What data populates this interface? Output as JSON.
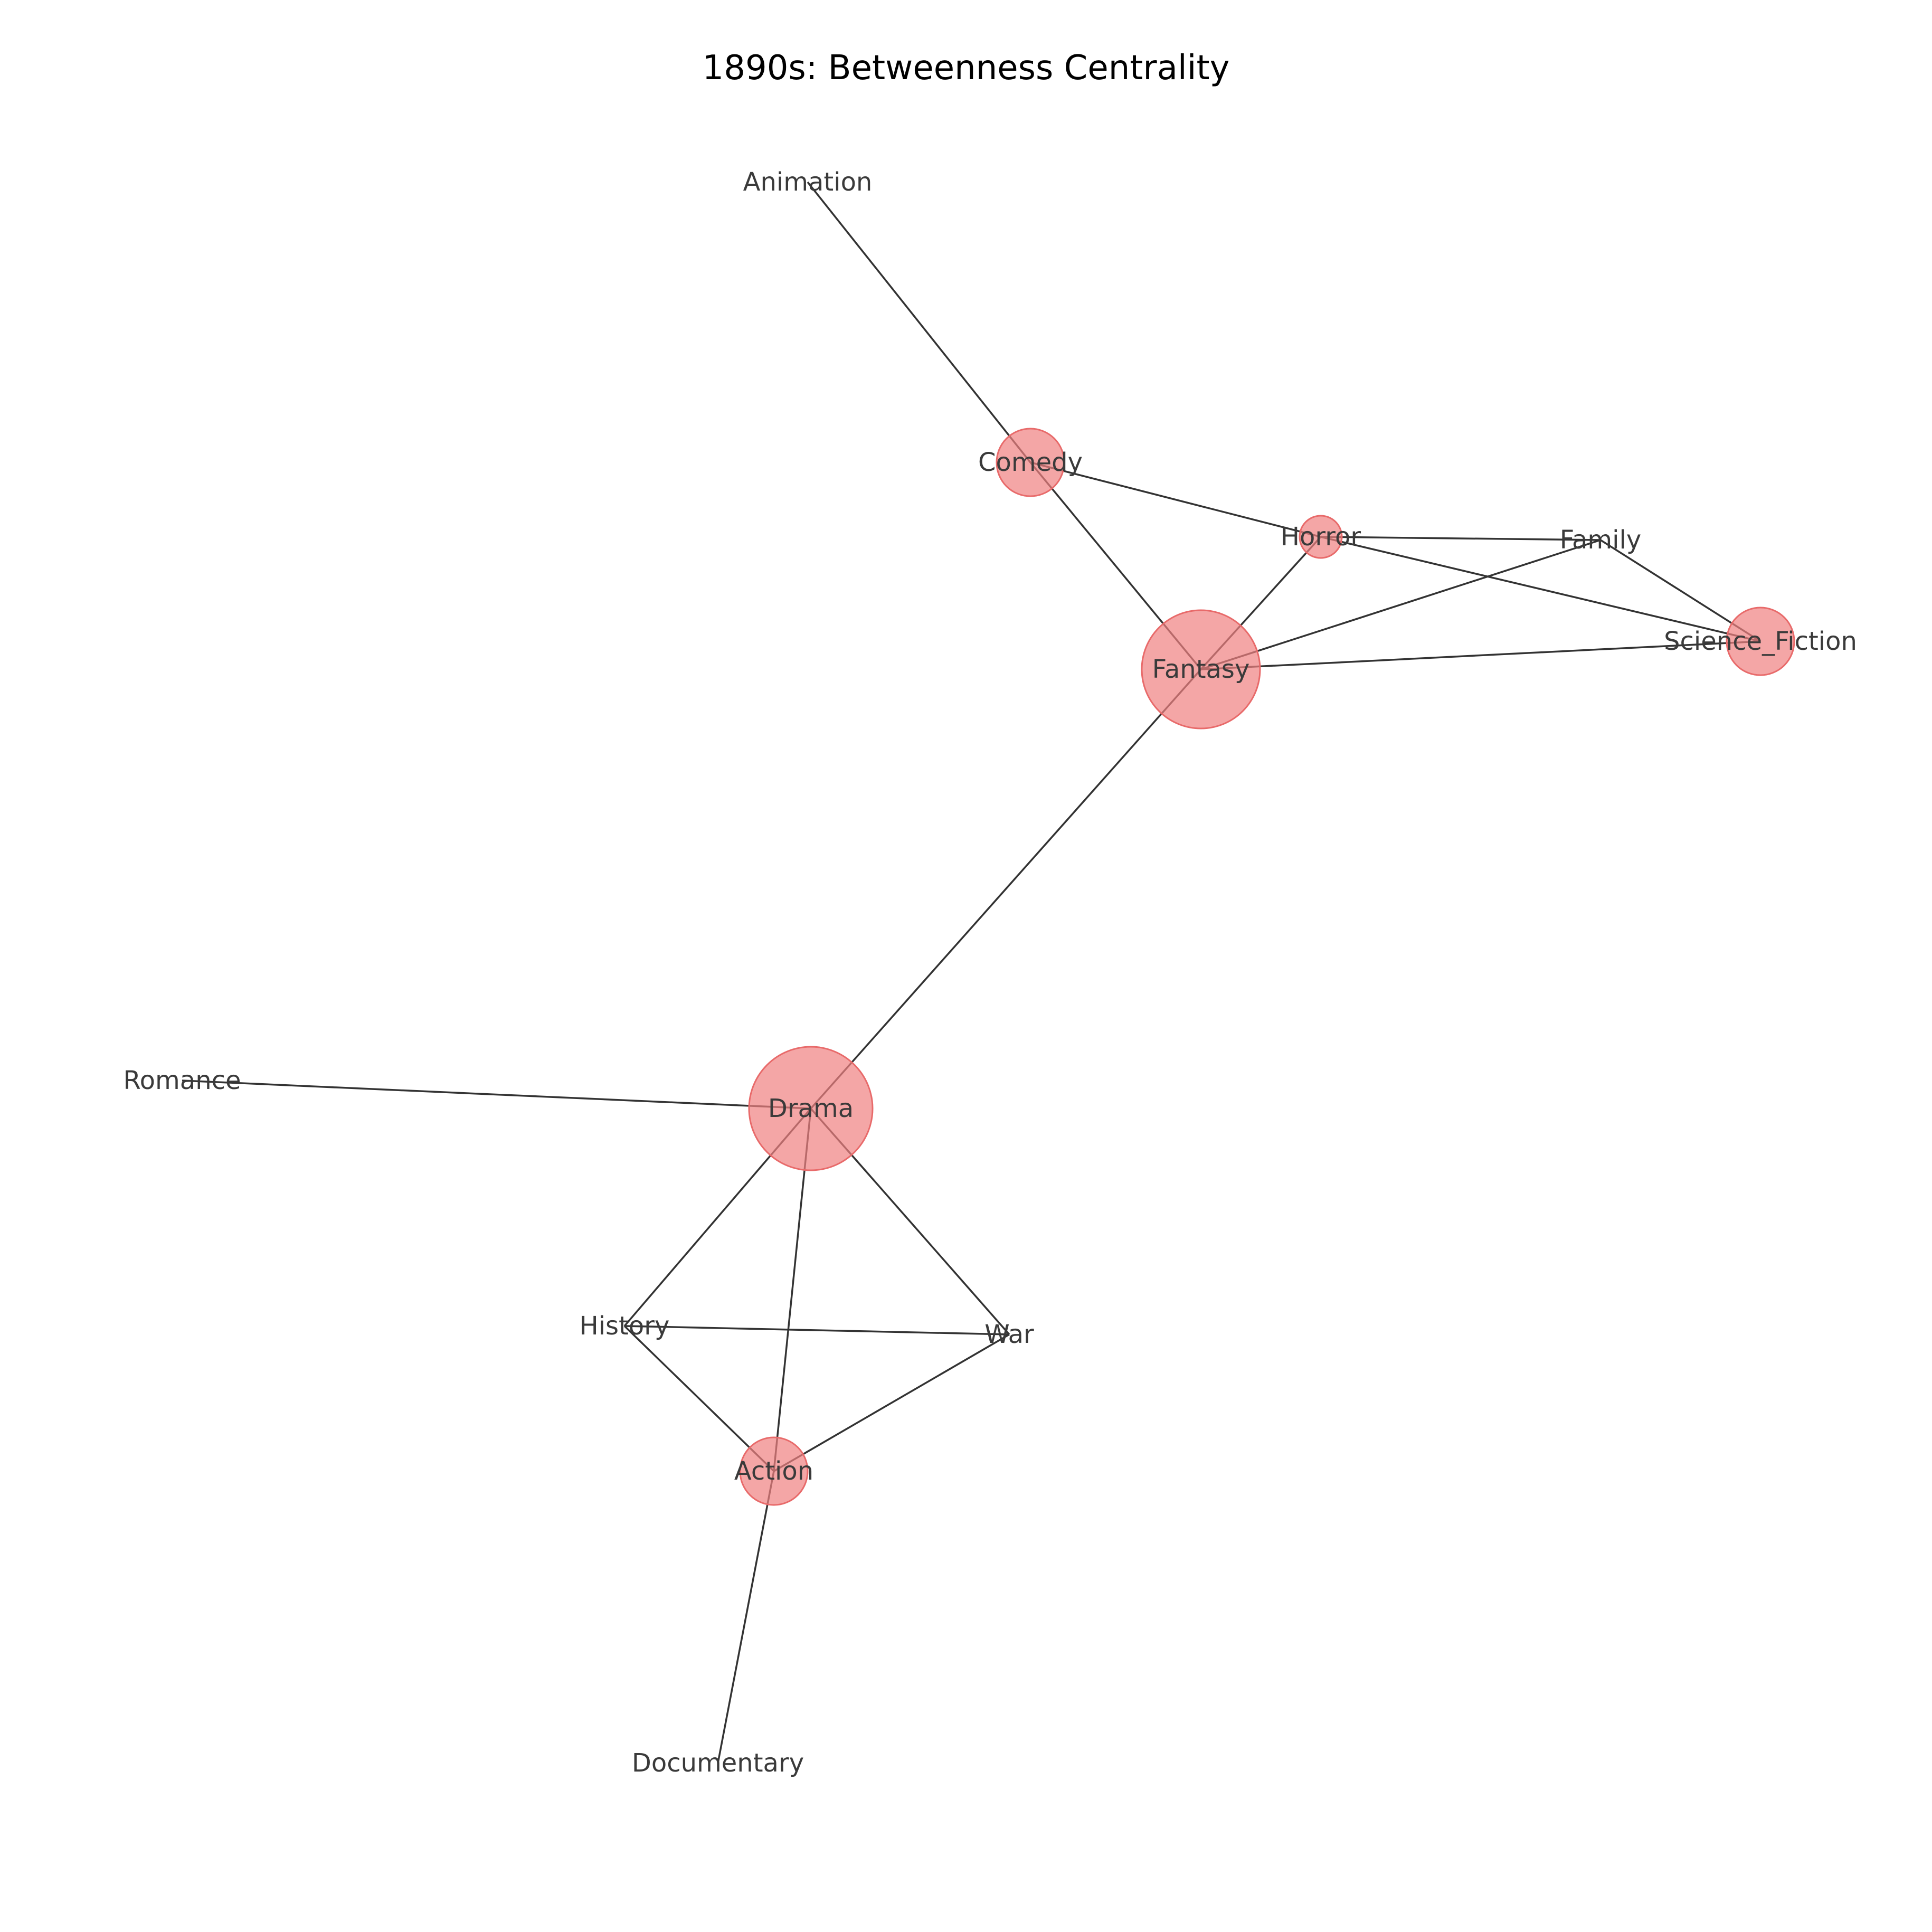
{
  "title": "1890s: Betweenness Centrality",
  "node_color": "#f08080",
  "node_stroke": "#e86a6a",
  "edge_color": "#333333",
  "label_color": "#3a3a3a",
  "nodes": [
    {
      "id": "Animation",
      "label": "Animation"
    },
    {
      "id": "Comedy",
      "label": "Comedy"
    },
    {
      "id": "Horror",
      "label": "Horror"
    },
    {
      "id": "Family",
      "label": "Family"
    },
    {
      "id": "Science_Fiction",
      "label": "Science_Fiction"
    },
    {
      "id": "Fantasy",
      "label": "Fantasy"
    },
    {
      "id": "Romance",
      "label": "Romance"
    },
    {
      "id": "Drama",
      "label": "Drama"
    },
    {
      "id": "History",
      "label": "History"
    },
    {
      "id": "War",
      "label": "War"
    },
    {
      "id": "Action",
      "label": "Action"
    },
    {
      "id": "Documentary",
      "label": "Documentary"
    }
  ],
  "edges": [
    [
      "Animation",
      "Comedy"
    ],
    [
      "Comedy",
      "Fantasy"
    ],
    [
      "Comedy",
      "Horror"
    ],
    [
      "Horror",
      "Family"
    ],
    [
      "Horror",
      "Science_Fiction"
    ],
    [
      "Horror",
      "Fantasy"
    ],
    [
      "Family",
      "Fantasy"
    ],
    [
      "Family",
      "Science_Fiction"
    ],
    [
      "Fantasy",
      "Science_Fiction"
    ],
    [
      "Fantasy",
      "Drama"
    ],
    [
      "Romance",
      "Drama"
    ],
    [
      "Drama",
      "History"
    ],
    [
      "Drama",
      "War"
    ],
    [
      "Drama",
      "Action"
    ],
    [
      "History",
      "War"
    ],
    [
      "History",
      "Action"
    ],
    [
      "War",
      "Action"
    ],
    [
      "Action",
      "Documentary"
    ]
  ]
}
